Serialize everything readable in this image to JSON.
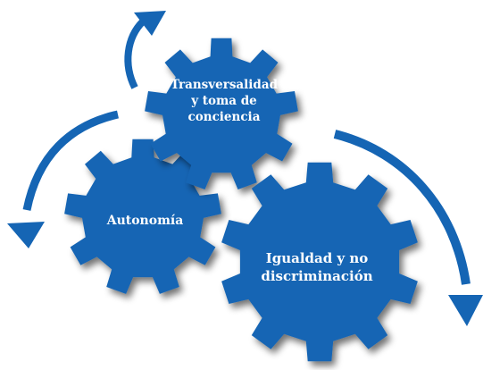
{
  "diagram": {
    "colors": {
      "gear": "#1565b4",
      "gear_shadow": "#7a8a9c",
      "arrow": "#1565b4",
      "text": "#ffffff"
    },
    "gears": [
      {
        "id": "transversalidad",
        "lines": [
          "Transversalidad",
          "y toma de",
          "conciencia"
        ]
      },
      {
        "id": "autonomia",
        "lines": [
          "Autonomía"
        ]
      },
      {
        "id": "igualdad",
        "lines": [
          "Igualdad y no",
          "discriminación"
        ]
      }
    ],
    "arrows": [
      {
        "id": "top-arrow",
        "direction": "up"
      },
      {
        "id": "left-arrow",
        "direction": "down"
      },
      {
        "id": "right-arrow",
        "direction": "down"
      }
    ]
  }
}
